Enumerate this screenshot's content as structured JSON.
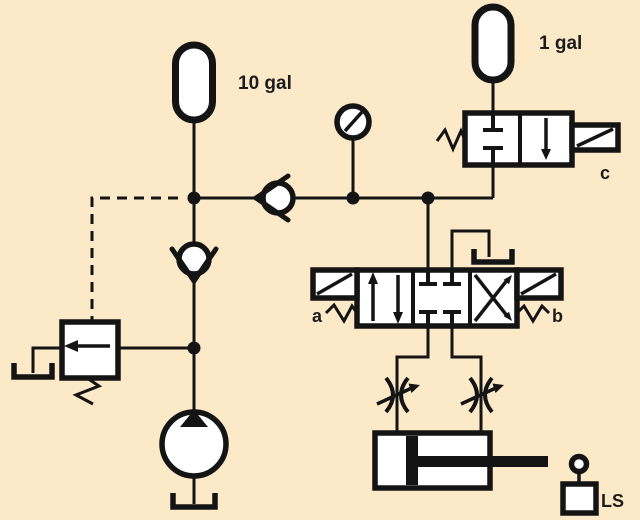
{
  "diagram": {
    "type": "hydraulic-schematic",
    "background_color": "#fbe9c8",
    "line_color": "#141414",
    "symbol_fill": "#ffffff",
    "text_color": "#1c1c1c",
    "labels": {
      "accumulator_large": "10 gal",
      "accumulator_small": "1 gal",
      "main_valve_end_a": "a",
      "main_valve_end_b": "b",
      "accumulator_valve_solenoid": "c",
      "limit_switch": "LS"
    },
    "components": [
      "accumulator-10gal",
      "accumulator-1gal",
      "pressure-gauge",
      "check-valve-horizontal",
      "check-valve-vertical",
      "unloading-relief-valve",
      "hydraulic-pump",
      "tank-symbol",
      "solenoid-valve-c-2position",
      "directional-valve-3position-solenoid",
      "flow-control-valve-left",
      "flow-control-valve-right",
      "hydraulic-cylinder",
      "limit-switch"
    ]
  }
}
